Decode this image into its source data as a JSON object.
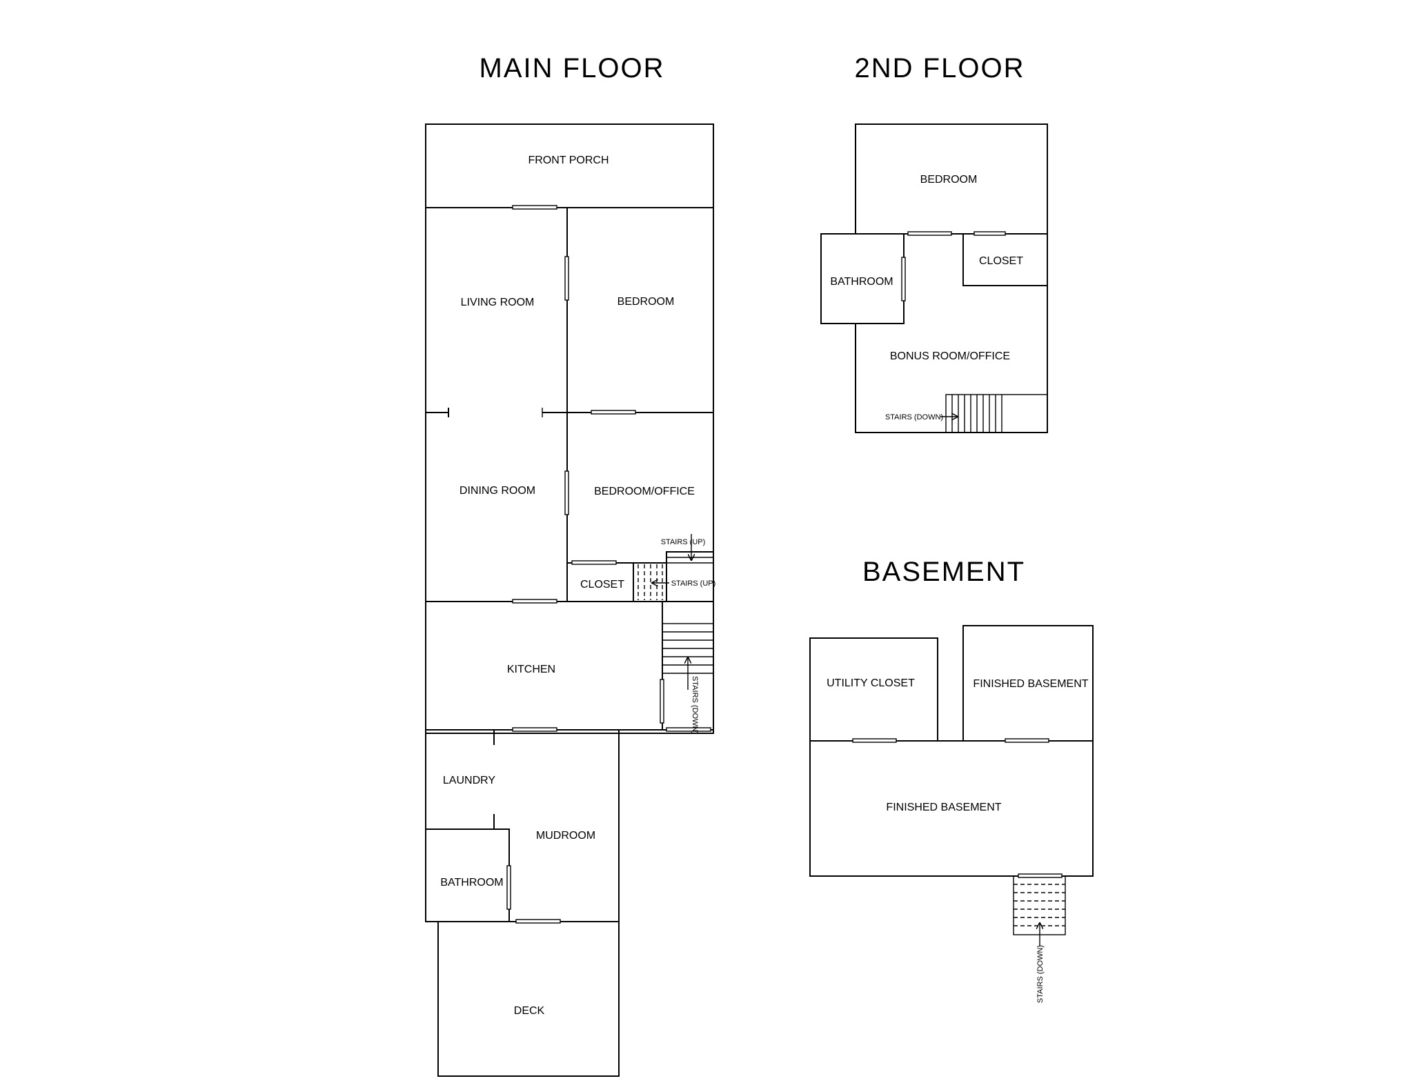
{
  "titles": {
    "main": "MAIN FLOOR",
    "second": "2ND FLOOR",
    "basement": "BASEMENT"
  },
  "main_floor": {
    "front_porch": "FRONT PORCH",
    "living_room": "LIVING ROOM",
    "bedroom": "BEDROOM",
    "dining_room": "DINING ROOM",
    "bedroom_office": "BEDROOM/OFFICE",
    "closet": "CLOSET",
    "stairs_up_1": "STAIRS (UP)",
    "stairs_up_2": "STAIRS (UP)",
    "kitchen": "KITCHEN",
    "stairs_down": "STAIRS (DOWN)",
    "laundry": "LAUNDRY",
    "mudroom": "MUDROOM",
    "bathroom": "BATHROOM",
    "deck": "DECK"
  },
  "second_floor": {
    "bedroom": "BEDROOM",
    "bathroom": "BATHROOM",
    "closet": "CLOSET",
    "bonus_room": "BONUS ROOM/OFFICE",
    "stairs_down": "STAIRS (DOWN)"
  },
  "basement": {
    "utility_closet": "UTILITY CLOSET",
    "finished_basement_1": "FINISHED BASEMENT",
    "finished_basement_2": "FINISHED BASEMENT",
    "stairs_down": "STAIRS (DOWN)"
  }
}
